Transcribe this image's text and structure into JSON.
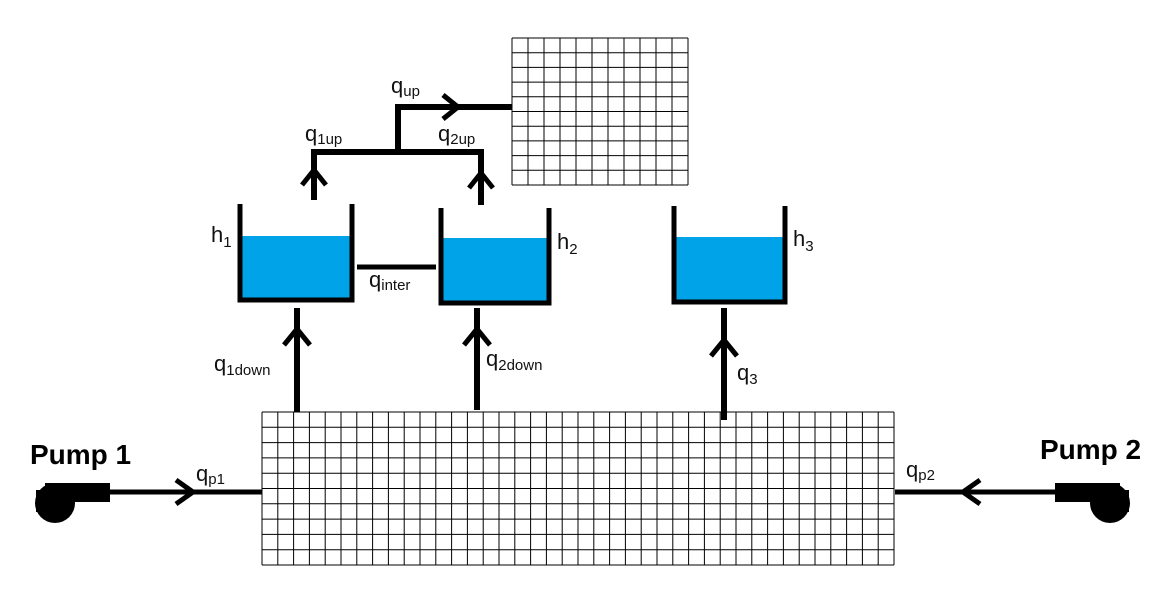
{
  "colors": {
    "water": "#00a2e8",
    "line": "#000000",
    "grid": "#000000",
    "background": "#ffffff"
  },
  "icons": {
    "pump1": "pump-icon",
    "pump2": "pump-icon"
  },
  "pumps": {
    "pump1": {
      "label": "Pump 1"
    },
    "pump2": {
      "label": "Pump 2"
    }
  },
  "tanks": {
    "tank1": {
      "level_label": "h",
      "level_sub": "1"
    },
    "tank2": {
      "level_label": "h",
      "level_sub": "2"
    },
    "tank3": {
      "level_label": "h",
      "level_sub": "3"
    }
  },
  "flows": {
    "q_up": {
      "main": "q",
      "sub": "up"
    },
    "q_1up": {
      "main": "q",
      "sub": "1up"
    },
    "q_2up": {
      "main": "q",
      "sub": "2up"
    },
    "q_inter": {
      "main": "q",
      "sub": "inter"
    },
    "q_1down": {
      "main": "q",
      "sub": "1down"
    },
    "q_2down": {
      "main": "q",
      "sub": "2down"
    },
    "q_3": {
      "main": "q",
      "sub": "3"
    },
    "q_p1": {
      "main": "q",
      "sub": "p1"
    },
    "q_p2": {
      "main": "q",
      "sub": "p2"
    }
  }
}
